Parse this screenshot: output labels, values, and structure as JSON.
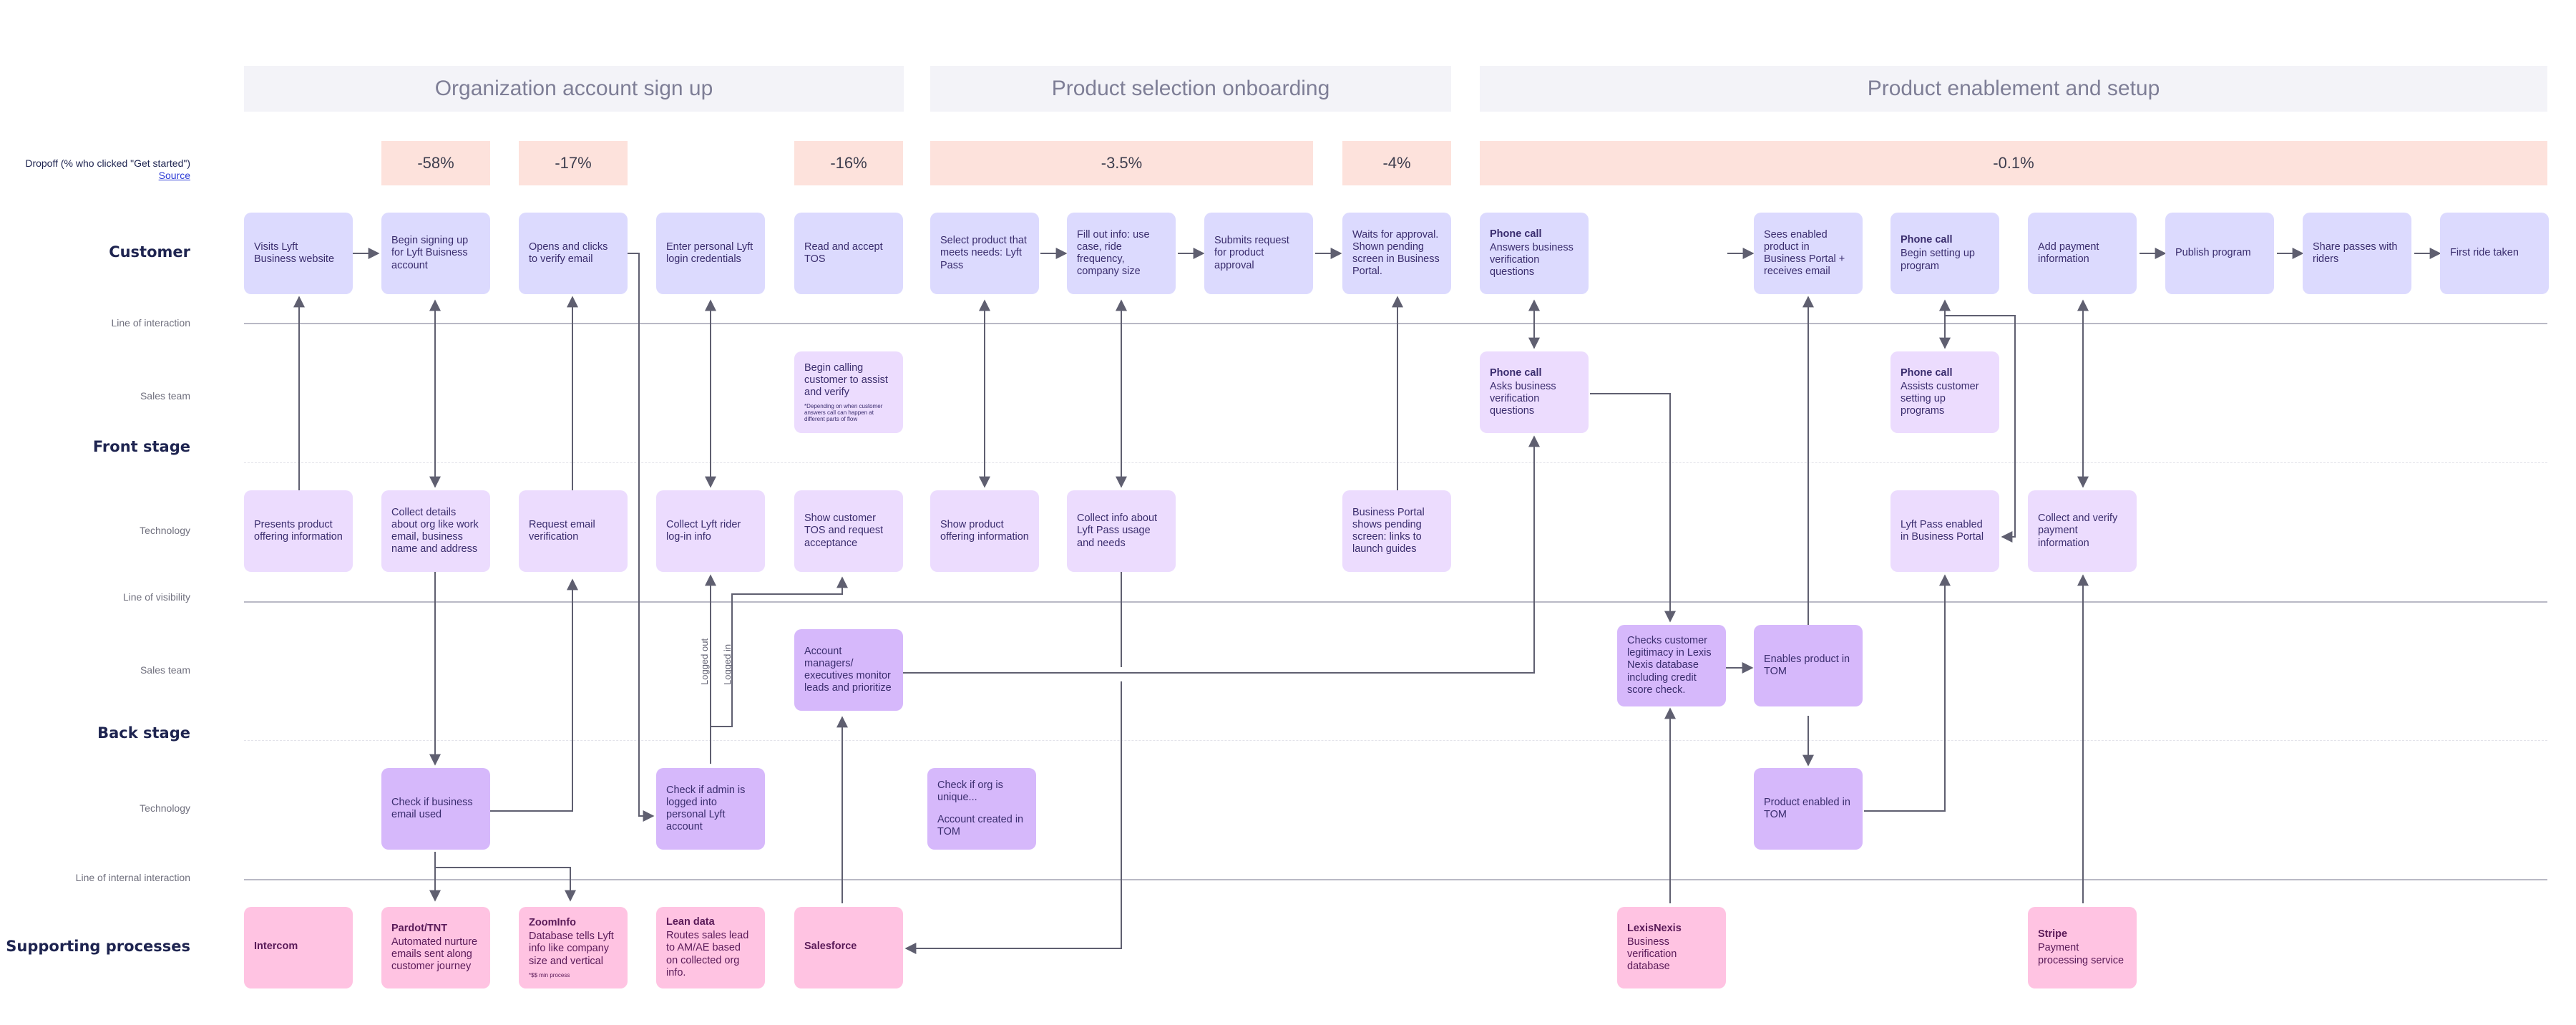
{
  "phases": [
    "Organization account sign up",
    "Product selection onboarding",
    "Product enablement and setup"
  ],
  "dropoff": {
    "label": "Dropoff (% who clicked \"Get started\")",
    "source": "Source",
    "values": [
      "-58%",
      "-17%",
      "-16%",
      "-3.5%",
      "-4%",
      "-0.1%"
    ]
  },
  "rows": {
    "customer": "Customer",
    "line_interaction": "Line of interaction",
    "sales_team": "Sales team",
    "front_stage": "Front stage",
    "technology": "Technology",
    "line_visibility": "Line of visibility",
    "sales_team_back": "Sales team",
    "back_stage": "Back stage",
    "technology_back": "Technology",
    "line_internal": "Line of internal interaction",
    "supporting": "Supporting processes"
  },
  "arrow_labels": {
    "logged_out": "Logged out",
    "logged_in": "Logged in"
  },
  "cards": {
    "cust_visits": {
      "text": "Visits Lyft Business website"
    },
    "cust_begin": {
      "text": "Begin signing up for Lyft Buisness account"
    },
    "cust_opens": {
      "text": "Opens and clicks to verify email"
    },
    "cust_enter": {
      "text": "Enter personal Lyft login credentials"
    },
    "cust_read": {
      "text": "Read and accept TOS"
    },
    "cust_select": {
      "text": "Select product that meets needs: Lyft Pass"
    },
    "cust_fill": {
      "text": "Fill out info: use case, ride frequency, company size"
    },
    "cust_submits": {
      "text": "Submits request for product approval"
    },
    "cust_waits": {
      "text": "Waits for approval. Shown pending screen in Business Portal."
    },
    "cust_phone1": {
      "title": "Phone call",
      "text": "Answers business verification questions"
    },
    "cust_sees": {
      "text": "Sees enabled product in Business Portal + receives email"
    },
    "cust_phone2": {
      "title": "Phone call",
      "text": "Begin setting up program"
    },
    "cust_payment": {
      "text": "Add payment information"
    },
    "cust_publish": {
      "text": "Publish program"
    },
    "cust_share": {
      "text": "Share passes with riders"
    },
    "cust_first": {
      "text": "First ride taken"
    },
    "sales_calling": {
      "text": "Begin calling customer to assist and verify",
      "note": "*Depending on when customer answers call can happen at different parts of flow"
    },
    "sales_phone1": {
      "title": "Phone call",
      "text": "Asks business verification questions"
    },
    "sales_phone2": {
      "title": "Phone call",
      "text": "Assists customer setting up programs"
    },
    "tech_presents": {
      "text": "Presents product offering information"
    },
    "tech_collect": {
      "text": "Collect details about org like work email, business name and address"
    },
    "tech_request": {
      "text": "Request email verification"
    },
    "tech_rider": {
      "text": "Collect Lyft rider log-in info"
    },
    "tech_tos": {
      "text": "Show customer TOS and request acceptance"
    },
    "tech_show": {
      "text": "Show product offering information"
    },
    "tech_collect_pass": {
      "text": "Collect info about Lyft Pass usage and needs"
    },
    "tech_portal": {
      "text": "Business Portal shows pending screen: links to launch guides"
    },
    "tech_enabled": {
      "text": "Lyft Pass enabled in Business Portal"
    },
    "tech_verify": {
      "text": "Collect and verify payment information"
    },
    "back_account": {
      "text": "Account managers/ executives monitor leads and prioritize"
    },
    "back_checks": {
      "text": "Checks customer legitimacy in Lexis Nexis database including credit score check."
    },
    "back_enables": {
      "text": "Enables product in TOM"
    },
    "backtech_email": {
      "text": "Check if business email used"
    },
    "backtech_admin": {
      "text": "Check if admin is logged into personal Lyft account"
    },
    "backtech_org": {
      "text": "Check if org is unique...",
      "text2": "Account created in TOM"
    },
    "backtech_product": {
      "text": "Product enabled in TOM"
    },
    "sup_intercom": {
      "title": "Intercom"
    },
    "sup_pardot": {
      "title": "Pardot/TNT",
      "text": "Automated nurture emails sent along customer journey"
    },
    "sup_zoom": {
      "title": "ZoomInfo",
      "text": "Database tells Lyft info like company size and vertical",
      "note": "*$$ min process"
    },
    "sup_lean": {
      "title": "Lean data",
      "text": "Routes sales lead to AM/AE based on collected org info."
    },
    "sup_salesforce": {
      "title": "Salesforce"
    },
    "sup_lexis": {
      "title": "LexisNexis",
      "text": "Business verification database"
    },
    "sup_stripe": {
      "title": "Stripe",
      "text": "Payment processing service"
    }
  }
}
